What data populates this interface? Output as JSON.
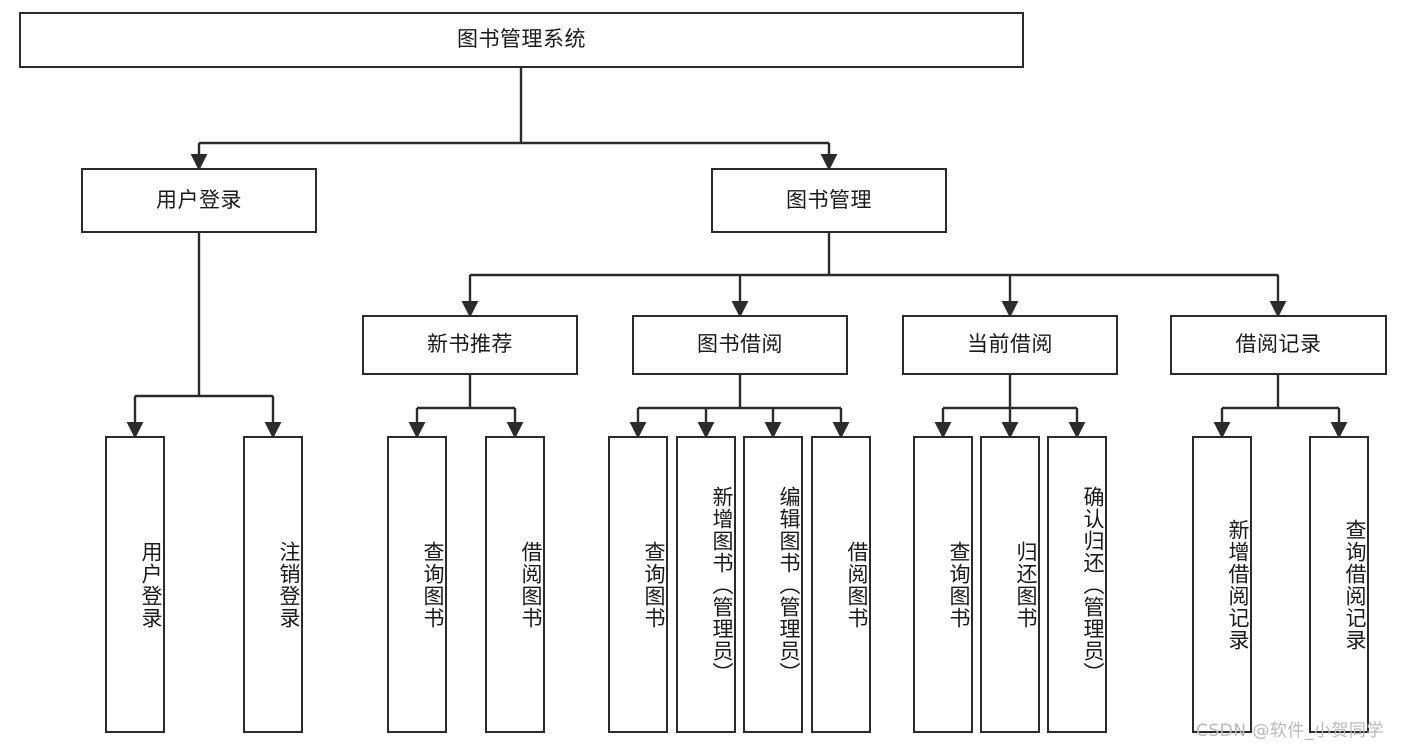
{
  "diagram": {
    "title": "图书管理系统",
    "type": "tree-hierarchy-chart",
    "root": {
      "id": "root",
      "label": "图书管理系统",
      "orientation": "horizontal"
    },
    "level1": [
      {
        "id": "user-login",
        "label": "用户登录",
        "orientation": "horizontal"
      },
      {
        "id": "book-manage",
        "label": "图书管理",
        "orientation": "horizontal"
      }
    ],
    "level2": [
      {
        "id": "new-book-recommend",
        "label": "新书推荐",
        "orientation": "horizontal",
        "parent": "book-manage"
      },
      {
        "id": "book-borrow",
        "label": "图书借阅",
        "orientation": "horizontal",
        "parent": "book-manage"
      },
      {
        "id": "current-borrow",
        "label": "当前借阅",
        "orientation": "horizontal",
        "parent": "book-manage"
      },
      {
        "id": "borrow-record",
        "label": "借阅记录",
        "orientation": "horizontal",
        "parent": "book-manage"
      }
    ],
    "leaves": {
      "user_login": [
        {
          "id": "leaf-user-login",
          "label": "用户登录"
        },
        {
          "id": "leaf-user-logout",
          "label": "注销登录"
        }
      ],
      "new_book_recommend": [
        {
          "id": "leaf-query-book-1",
          "label": "查询图书"
        },
        {
          "id": "leaf-borrow-book-1",
          "label": "借阅图书"
        }
      ],
      "book_borrow": [
        {
          "id": "leaf-query-book-2",
          "label": "查询图书"
        },
        {
          "id": "leaf-add-book",
          "label": "新增图书（管理员）"
        },
        {
          "id": "leaf-edit-book",
          "label": "编辑图书（管理员）"
        },
        {
          "id": "leaf-borrow-book-2",
          "label": "借阅图书"
        }
      ],
      "current_borrow": [
        {
          "id": "leaf-query-book-3",
          "label": "查询图书"
        },
        {
          "id": "leaf-return-book",
          "label": "归还图书"
        },
        {
          "id": "leaf-confirm-return",
          "label": "确认归还（管理员）"
        }
      ],
      "borrow_record": [
        {
          "id": "leaf-add-record",
          "label": "新增借阅记录"
        },
        {
          "id": "leaf-query-record",
          "label": "查询借阅记录"
        }
      ]
    }
  },
  "watermark": {
    "text": "CSDN @软件_小贺同学"
  },
  "colors": {
    "stroke": "#2b2b2b",
    "fill": "#ffffff",
    "text": "#1a1a1a",
    "watermark": "#b9b9b9"
  }
}
